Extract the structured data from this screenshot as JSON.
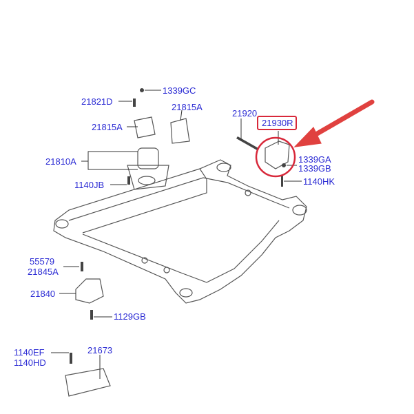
{
  "diagram": {
    "labels": {
      "p1339GC": "1339GC",
      "p21821D": "21821D",
      "p21815A_right": "21815A",
      "p21815A_left": "21815A",
      "p21810A": "21810A",
      "p1140JB": "1140JB",
      "p21920": "21920",
      "p21930R": "21930R",
      "p1339GA": "1339GA",
      "p1339GB": "1339GB",
      "p1140HK": "1140HK",
      "p55579": "55579",
      "p21845A": "21845A",
      "p21840": "21840",
      "p1129GB": "1129GB",
      "p1140EF": "1140EF",
      "p1140HD": "1140HD",
      "p21673": "21673"
    },
    "highlight_part": "21930R",
    "colors": {
      "label": "#2b2bd4",
      "highlight": "#d8283a",
      "line": "#555555"
    }
  }
}
